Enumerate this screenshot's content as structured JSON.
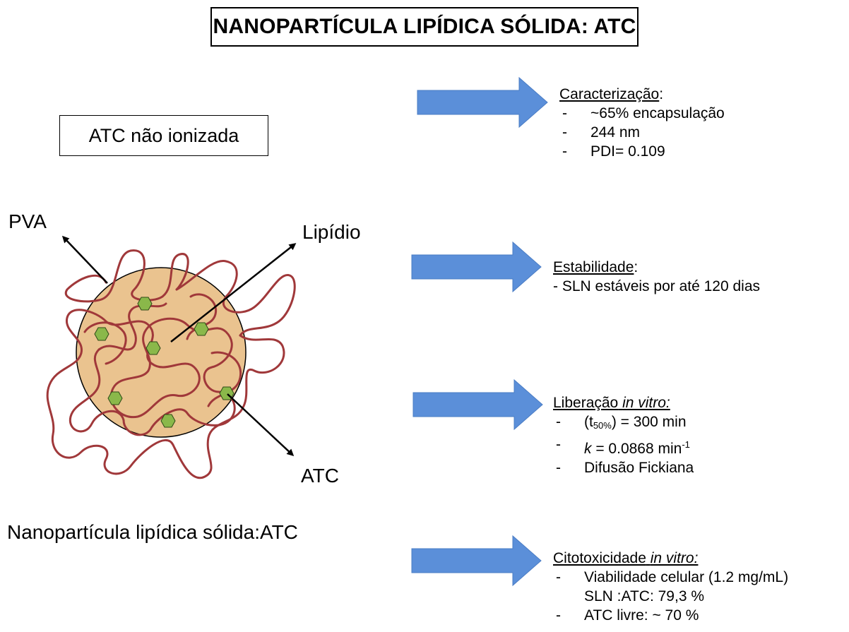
{
  "title": "NANOPARTÍCULA LIPÍDICA SÓLIDA: ATC",
  "subtitle": "ATC não ionizada",
  "caption": "Nanopartícula lipídica sólida:ATC",
  "labels": {
    "pva": "PVA",
    "lipidio": "Lipídio",
    "atc": "ATC"
  },
  "colors": {
    "arrow_fill": "#5b8fd9",
    "particle_fill": "#eac38f",
    "polymer_stroke": "#a0383a",
    "drug_fill": "#8ab84a"
  },
  "sections": {
    "caracterizacao": {
      "heading": "Caracterização",
      "items": [
        "~65% encapsulação",
        "244 nm",
        "PDI= 0.109"
      ]
    },
    "estabilidade": {
      "heading": "Estabilidade",
      "items": [
        "- SLN estáveis por até  120 dias"
      ]
    },
    "liberacao": {
      "heading": "Liberação",
      "heading_italic": "in vitro:",
      "t_open": "(t",
      "t_sub": "50%",
      "t_close": ") = 300 min",
      "k_sym": "k",
      "k_value": " =  0.0868  min",
      "k_sup": "-1",
      "item3": "Difusão Fickiana"
    },
    "citotoxicidade": {
      "heading": "Citotoxicidade",
      "heading_italic": "in vitro:",
      "item1_line1": "Viabilidade celular (1.2 mg/mL)",
      "item1_line2": "SLN :ATC:  79,3 %",
      "item2": "ATC livre: ~ 70 %"
    }
  },
  "dash": "-"
}
